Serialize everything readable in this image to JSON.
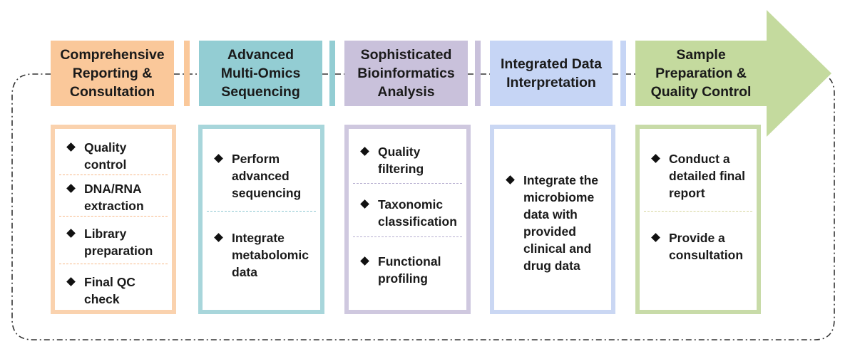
{
  "colors": {
    "orange": "#FAC89A",
    "orange_border": "#FAD2AE",
    "orange_sep": "#F7B886",
    "teal": "#93CDD3",
    "teal_border": "#A8D6DB",
    "teal_sep": "#8CC6D0",
    "purple": "#C9C1DB",
    "purple_border": "#CFC8DF",
    "purple_sep": "#B7AFD0",
    "blue": "#C6D5F5",
    "blue_border": "#CAD7F3",
    "green": "#C4DA9E",
    "green_border": "#C8DBA8",
    "green_sep": "#D5D49A",
    "text": "#1a1a1a",
    "loop_line": "#333333"
  },
  "icons": {
    "bullet": "diamond-bullet-icon",
    "flow": "arrow-right-icon",
    "loop": "dash-dot-loop"
  },
  "stages": [
    {
      "id": "reporting",
      "title": "Comprehensive\nReporting &\nConsultation",
      "color": "orange",
      "items": [
        "Quality\ncontrol",
        "DNA/RNA\nextraction",
        "Library\npreparation",
        "Final QC\ncheck"
      ]
    },
    {
      "id": "sequencing",
      "title": "Advanced\nMulti-Omics\nSequencing",
      "color": "teal",
      "items": [
        "Perform\nadvanced\nsequencing",
        "Integrate\nmetabolomic\ndata"
      ]
    },
    {
      "id": "bioinformatics",
      "title": "Sophisticated\nBioinformatics\nAnalysis",
      "color": "purple",
      "items": [
        "Quality\nfiltering",
        "Taxonomic\nclassification",
        "Functional\nprofiling"
      ]
    },
    {
      "id": "interpretation",
      "title": "Integrated Data\nInterpretation",
      "color": "blue",
      "items": [
        "Integrate the\nmicrobiome\ndata with\nprovided\nclinical and\ndrug data"
      ]
    },
    {
      "id": "preparation",
      "title": "Sample\nPreparation &\nQuality Control",
      "color": "green",
      "items": [
        "Conduct a\ndetailed final\nreport",
        "Provide a\nconsultation"
      ]
    }
  ]
}
